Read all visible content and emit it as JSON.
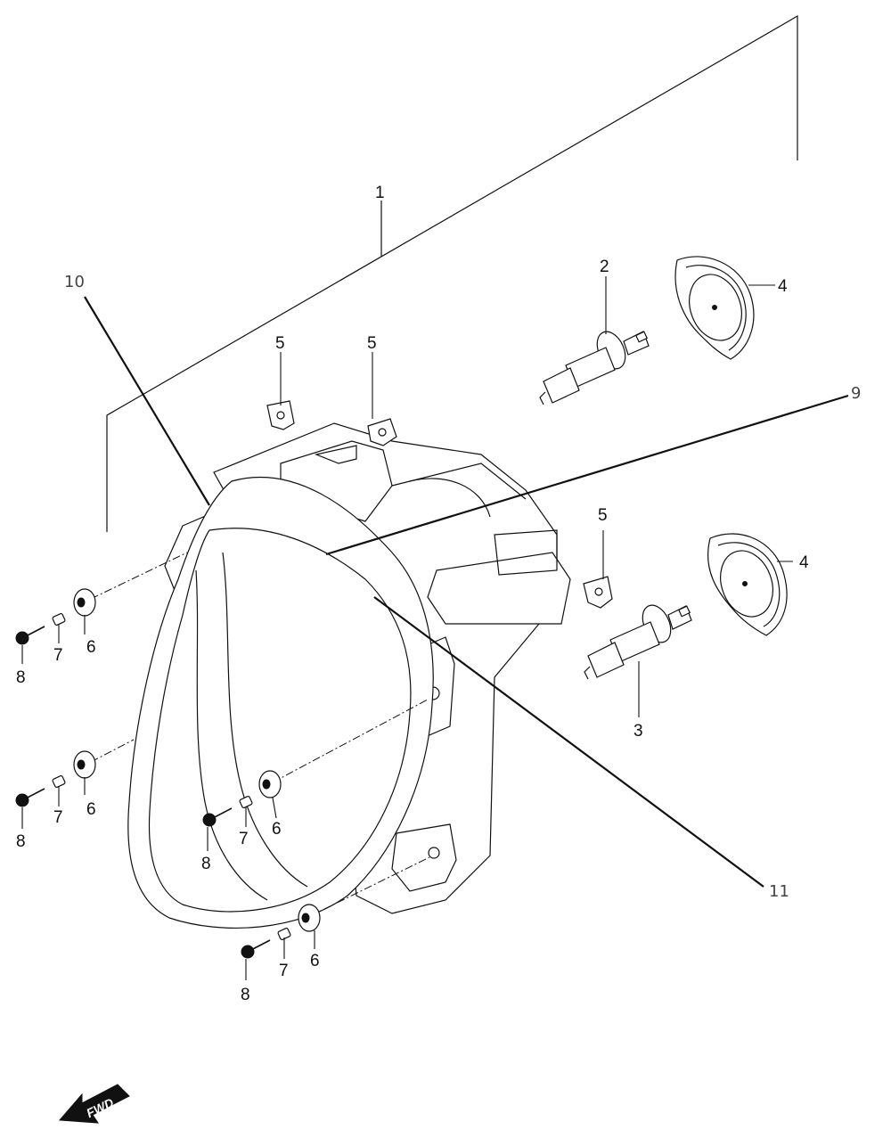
{
  "diagram": {
    "callouts": {
      "c1": "1",
      "c2": "2",
      "c3": "3",
      "c4": "4",
      "c5": "5",
      "c6": "6",
      "c7": "7",
      "c8": "8",
      "c9": "9",
      "c10": "10",
      "c11": "11"
    },
    "direction_marker": "FWD"
  }
}
